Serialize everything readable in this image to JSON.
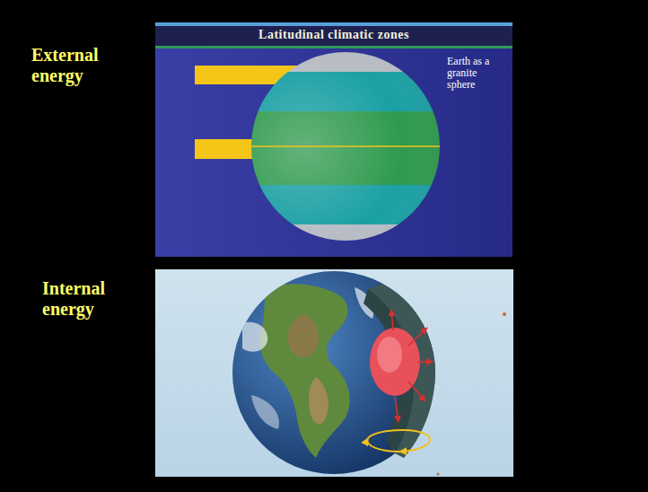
{
  "diagram": {
    "labels": [
      "External energy",
      "Latitudinal climatic zones",
      "Earth as a granite sphere",
      "Internal energy"
    ]
  }
}
